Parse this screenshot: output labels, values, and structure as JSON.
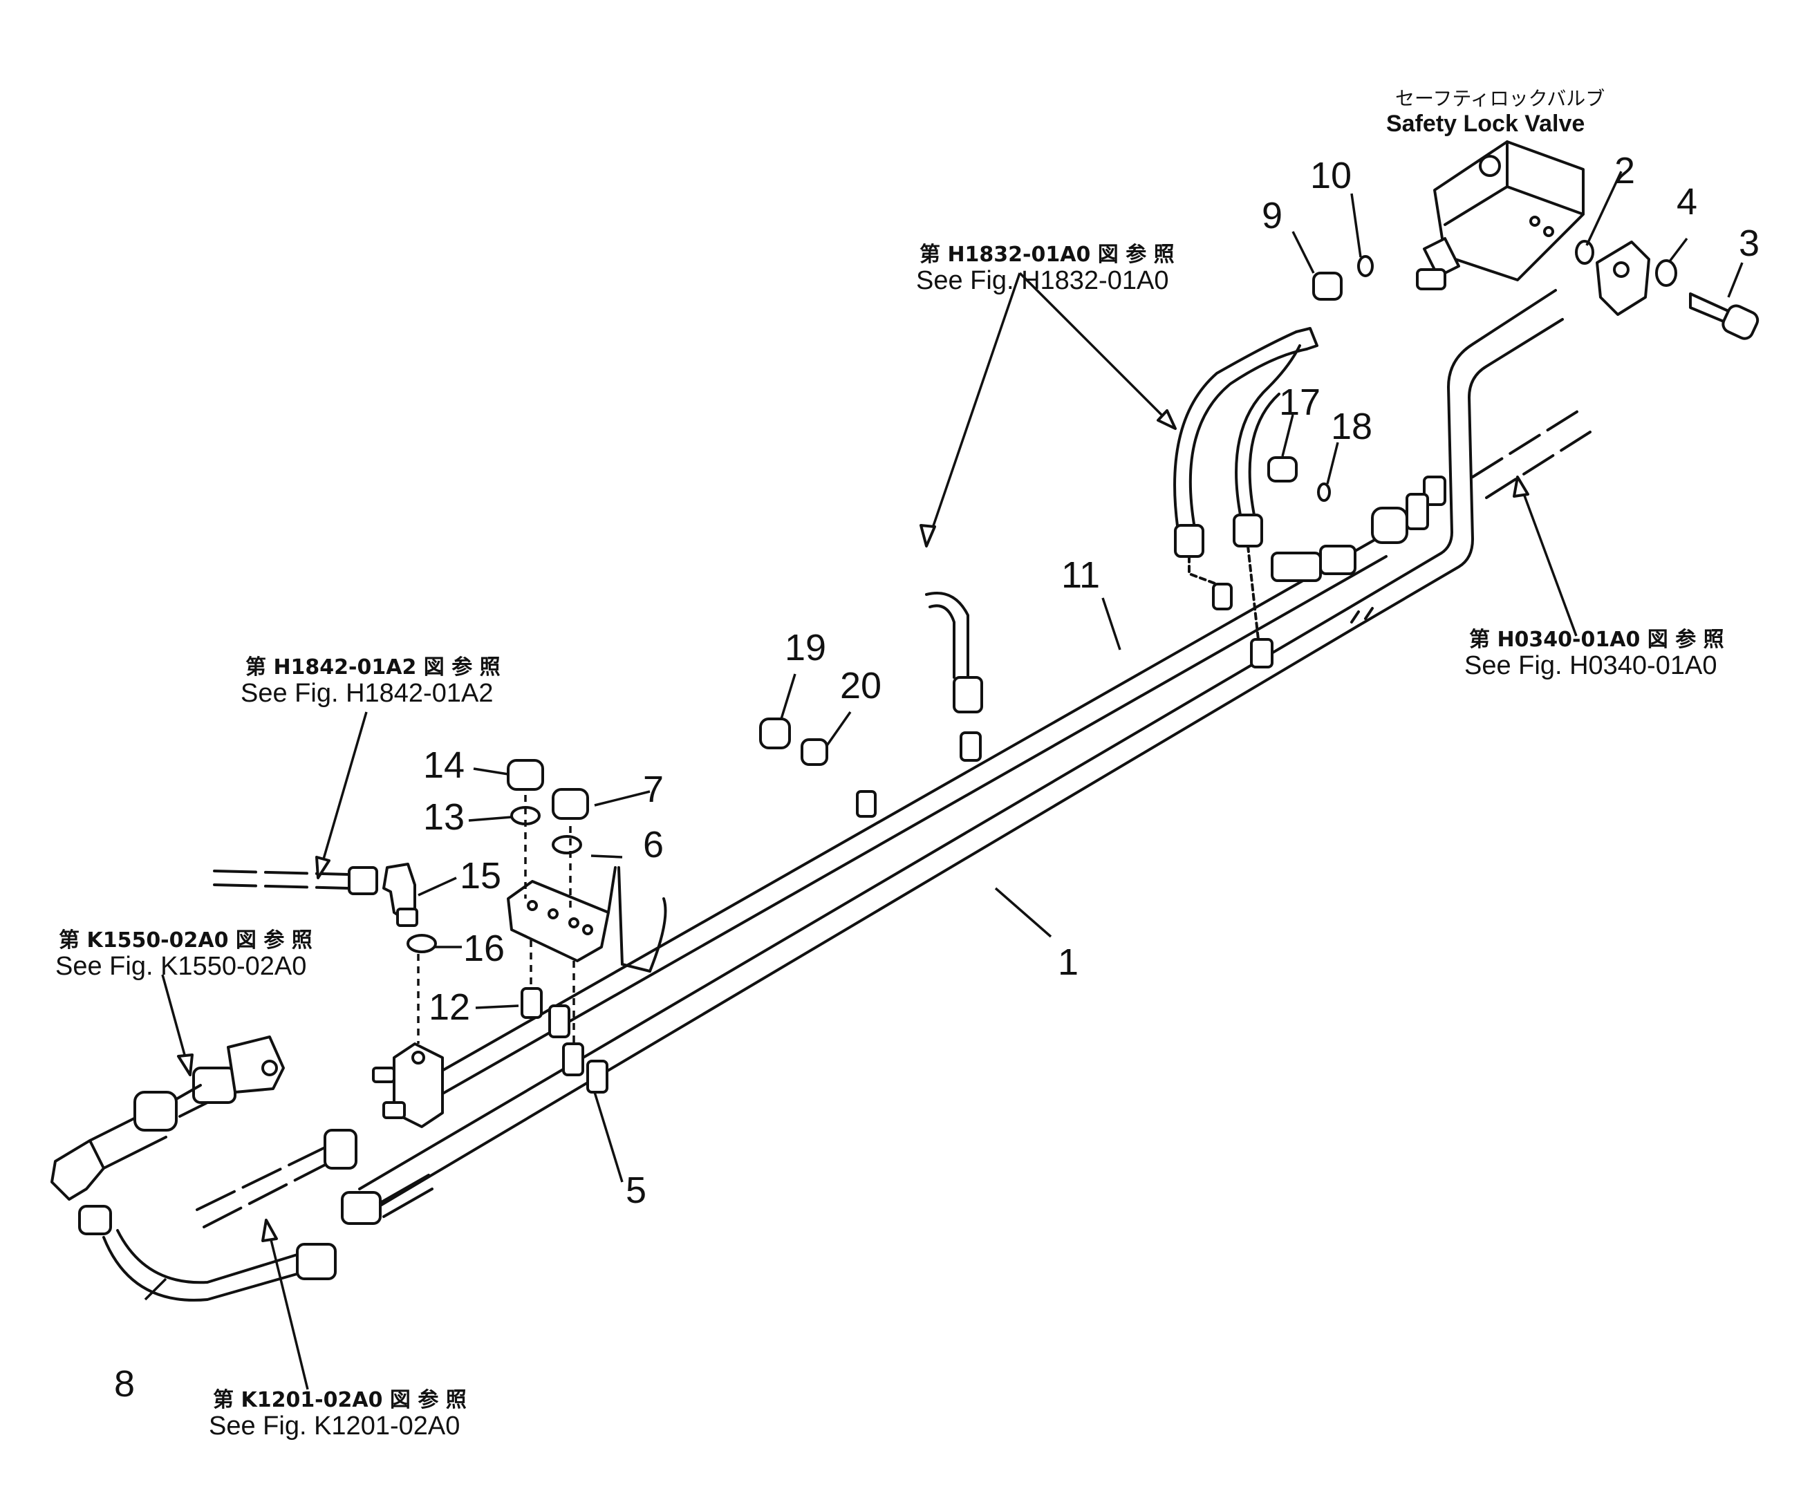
{
  "safety_lock_valve": {
    "label_jp": "セーフティロックバルブ",
    "label_en": "Safety Lock Valve"
  },
  "references": [
    {
      "id": "h1832",
      "jp": "第 H1832-01A0 図 参 照",
      "en": "See Fig. H1832-01A0"
    },
    {
      "id": "h0340",
      "jp": "第 H0340-01A0 図 参 照",
      "en": "See Fig. H0340-01A0"
    },
    {
      "id": "h1842",
      "jp": "第 H1842-01A2 図 参 照",
      "en": "See Fig. H1842-01A2"
    },
    {
      "id": "k1550",
      "jp": "第 K1550-02A0 図 参 照",
      "en": "See Fig. K1550-02A0"
    },
    {
      "id": "k1201",
      "jp": "第 K1201-02A0 図 参 照",
      "en": "See Fig. K1201-02A0"
    }
  ],
  "part_numbers": [
    "1",
    "2",
    "3",
    "4",
    "5",
    "6",
    "7",
    "8",
    "9",
    "10",
    "11",
    "12",
    "13",
    "14",
    "15",
    "16",
    "17",
    "18",
    "19",
    "20"
  ]
}
